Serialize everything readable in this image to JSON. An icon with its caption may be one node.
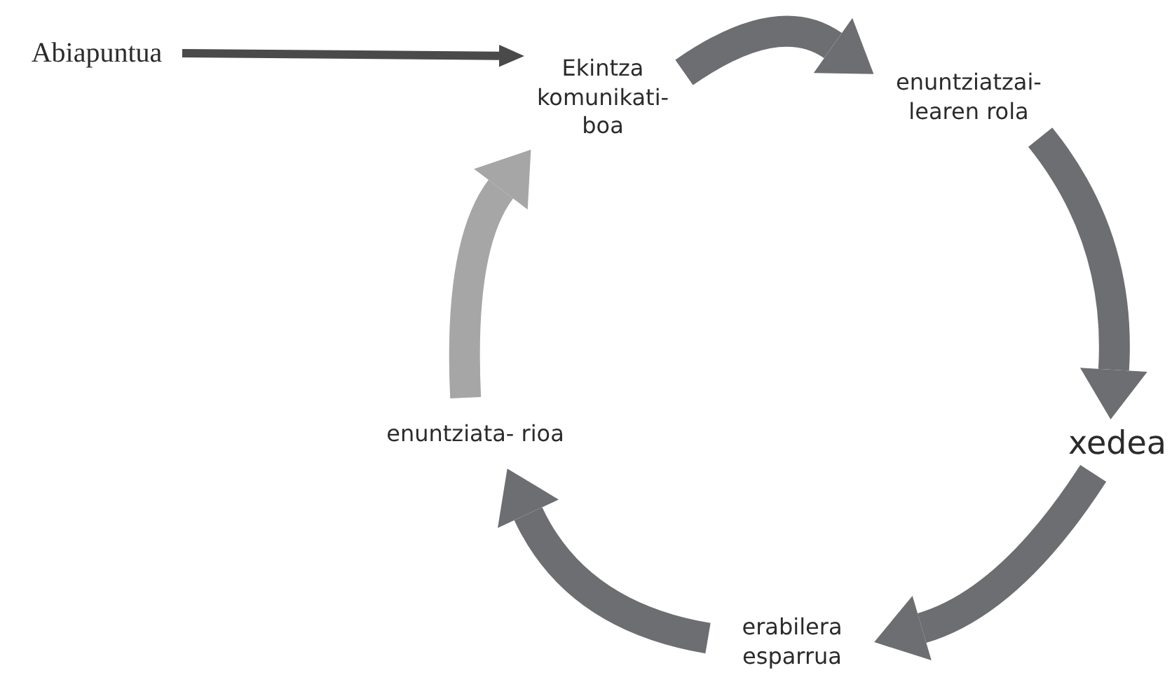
{
  "diagram": {
    "nodes": [
      {
        "text": [
          "Abiapuntua"
        ]
      },
      {
        "text": [
          "Ekintza komunikati- boa"
        ]
      },
      {
        "text": [
          "enuntziatzai- learen rola"
        ]
      },
      {
        "text": [
          "xedea"
        ]
      },
      {
        "text": [
          "erabilera esparrua"
        ]
      },
      {
        "text": [
          "enuntziata- rioa"
        ]
      }
    ],
    "edges": [
      {
        "from": 0,
        "to": 1,
        "arrow": "to"
      },
      {
        "from": 1,
        "to": 2,
        "arrow": "to"
      },
      {
        "from": 2,
        "to": 3,
        "arrow": "to"
      },
      {
        "from": 3,
        "to": 4,
        "arrow": "to"
      },
      {
        "from": 4,
        "to": 5,
        "arrow": "to"
      },
      {
        "from": 5,
        "to": 1,
        "arrow": "to",
        "color": "#a6a6a6"
      }
    ]
  }
}
